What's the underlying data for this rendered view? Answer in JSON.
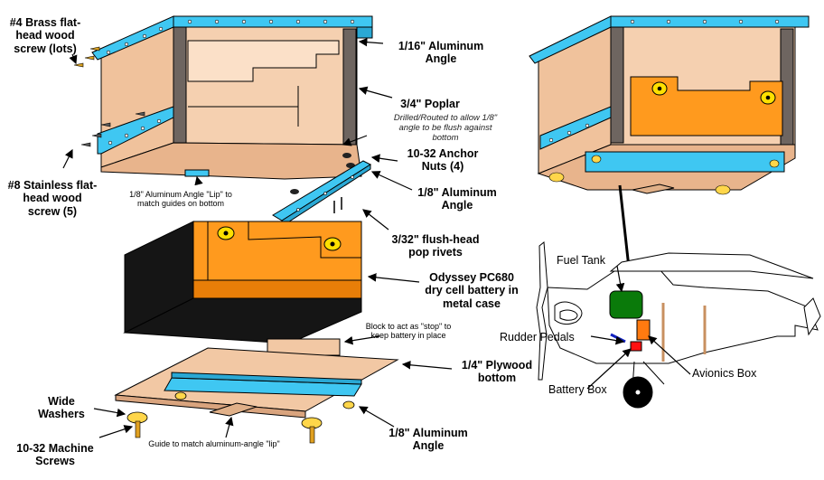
{
  "labels": {
    "brass_screw": "#4 Brass flat-head wood screw (lots)",
    "alu_angle_top": "1/16\" Aluminum Angle",
    "poplar": "3/4\" Poplar",
    "drilled_note": "Drilled/Routed to allow 1/8\" angle to be flush against bottom",
    "anchor_nuts": "10-32 Anchor Nuts (4)",
    "stainless_screw": "#8 Stainless flat-head wood screw (5)",
    "lip_note": "1/8\" Aluminum Angle \"Lip\" to match guides on bottom",
    "alu_angle_mid": "1/8\" Aluminum Angle",
    "pop_rivets": "3/32\" flush-head pop rivets",
    "battery": "Odyssey PC680 dry cell battery in metal case",
    "block_note": "Block to act as \"stop\" to keep battery in place",
    "plywood": "1/4\" Plywood bottom",
    "washers": "Wide Washers",
    "machine_screws": "10-32 Machine Screws",
    "guide_note": "Guide to match aluminum-angle \"lip\"",
    "alu_angle_bottom": "1/8\" Aluminum Angle"
  },
  "plane_labels": {
    "fuel_tank": "Fuel Tank",
    "rudder_pedals": "Rudder Pedals",
    "avionics_box": "Avionics Box",
    "battery_box": "Battery Box"
  },
  "colors": {
    "wood": "#f2c8a4",
    "wood_dark": "#d9a47e",
    "aluminum": "#3fc7f2",
    "battery_orange": "#ff9a1e",
    "battery_case": "#151515",
    "poplar_grey": "#6e6560",
    "fuel_tank": "#0a7a0a",
    "battery_box_red": "#ff1010"
  }
}
